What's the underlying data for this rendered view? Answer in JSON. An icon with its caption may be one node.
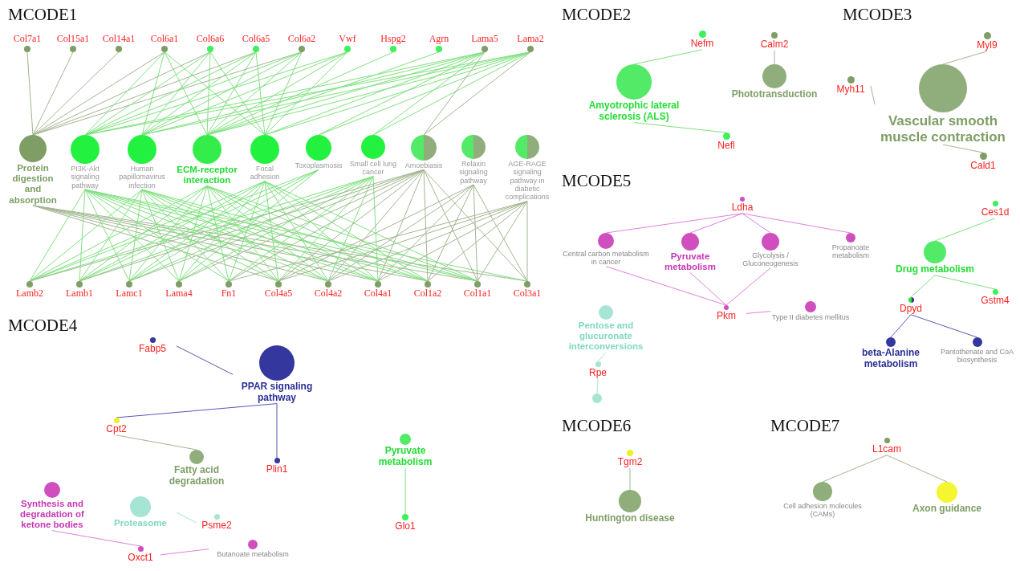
{
  "diagram": {
    "nodes": [
      {
        "text": [
          "Col7a1"
        ]
      },
      {
        "text": [
          "Col6a6"
        ]
      },
      {
        "text": [
          "Hspg2"
        ]
      },
      {
        "text": [
          "Vwf"
        ]
      },
      {
        "text": [
          "Col6a1"
        ]
      },
      {
        "text": [
          "PI3K-Akt signaling pathway"
        ]
      },
      {
        "text": [
          "Human papillomavirus infection"
        ]
      },
      {
        "text": [
          "Toxoplasmosis"
        ]
      },
      {
        "text": [
          "Agrn"
        ]
      },
      {
        "text": [
          "Protein digestion and absorption"
        ]
      },
      {
        "text": [
          "Col15a1"
        ]
      },
      {
        "text": [
          "Lama5"
        ]
      },
      {
        "text": [
          "Lama2"
        ]
      },
      {
        "text": [
          "Lamb2"
        ]
      },
      {
        "text": [
          "Lamb1"
        ]
      },
      {
        "text": [
          "Lamc1"
        ]
      },
      {
        "text": [
          "Lama4"
        ]
      },
      {
        "text": [
          "ECM-receptor interaction"
        ]
      },
      {
        "text": [
          "Focal adhesion"
        ]
      },
      {
        "text": [
          "Small cell lung cancer"
        ]
      },
      {
        "text": [
          "Col14a1"
        ]
      },
      {
        "text": [
          "Fn1"
        ]
      },
      {
        "text": [
          "Col6a5"
        ]
      },
      {
        "text": [
          "Col4a5"
        ]
      },
      {
        "text": [
          "Col4a2"
        ]
      },
      {
        "text": [
          "Col4a1"
        ]
      },
      {
        "text": [
          "Col1a2"
        ]
      },
      {
        "text": [
          "Col1a1"
        ]
      },
      {
        "text": [
          "Col6a2"
        ]
      },
      {
        "text": [
          "Col3a1"
        ]
      },
      {
        "text": [
          "Amoebiasis"
        ]
      },
      {
        "text": [
          "Relaxin signaling pathway"
        ]
      },
      {
        "text": [
          "AGE-RAGE signaling pathway in diabetic complications"
        ]
      },
      {
        "text": [
          "Nefm"
        ]
      },
      {
        "text": [
          "Calm2"
        ]
      },
      {
        "text": [
          "Phototransduction"
        ]
      },
      {
        "text": [
          "Amyotrophic lateral sclerosis (ALS)"
        ]
      },
      {
        "text": [
          "Nefl"
        ]
      },
      {
        "text": [
          "Myl9"
        ]
      },
      {
        "text": [
          "Myh11"
        ]
      },
      {
        "text": [
          "Vascular smooth muscle contraction"
        ]
      },
      {
        "text": [
          "Cald1"
        ]
      },
      {
        "text": [
          "Fabp5"
        ]
      },
      {
        "text": [
          "PPAR signaling pathway"
        ]
      },
      {
        "text": [
          "Cpt2"
        ]
      },
      {
        "text": [
          "Fatty acid degradation"
        ]
      },
      {
        "text": [
          "Pyruvate metabolism"
        ]
      },
      {
        "text": [
          "Plin1"
        ]
      },
      {
        "text": [
          "Proteasome"
        ]
      },
      {
        "text": [
          "Psme2"
        ]
      },
      {
        "text": [
          "Synthesis and degradation of ketone bodies"
        ]
      },
      {
        "text": [
          "Butanoate metabolism"
        ]
      },
      {
        "text": [
          "Oxct1"
        ]
      },
      {
        "text": [
          "Glo1"
        ]
      },
      {
        "text": [
          "Ldha"
        ]
      },
      {
        "text": [
          "Central carbon metabolism in cancer"
        ]
      },
      {
        "text": [
          "Glycolysis / Gluconeogenesis"
        ]
      },
      {
        "text": [
          "Propanoate metabolism"
        ]
      },
      {
        "text": [
          "Pyruvate metabolism"
        ]
      },
      {
        "text": [
          "Pentose and glucuronate interconversions"
        ]
      },
      {
        "text": [
          "Rpe"
        ]
      },
      {
        "text": [
          "Drug metabolism"
        ]
      },
      {
        "text": [
          "Ces1d"
        ]
      },
      {
        "text": [
          "Gstm4"
        ]
      },
      {
        "text": [
          "Dpyd"
        ]
      },
      {
        "text": [
          "beta-Alanine metabolism"
        ]
      },
      {
        "text": [
          "Pantothenate and CoA biosynthesis"
        ]
      },
      {
        "text": [
          "Pkm"
        ]
      },
      {
        "text": [
          "Type II diabetes mellitus"
        ]
      },
      {
        "text": [],
        "shape": "circle"
      },
      {
        "text": [
          "Tgm2"
        ]
      },
      {
        "text": [
          "Huntington disease"
        ]
      },
      {
        "text": [
          "L1cam"
        ]
      },
      {
        "text": [
          "Cell adhesion molecules (CAMs)"
        ]
      },
      {
        "text": [
          "Axon guidance"
        ]
      }
    ],
    "edges": [
      {
        "from": 0,
        "to": 9,
        "arrow": "none",
        "color": "#a3b591"
      },
      {
        "from": 1,
        "to": 9,
        "arrow": "none",
        "color": "#a3b591"
      },
      {
        "from": 4,
        "to": 9,
        "arrow": "none",
        "color": "#a3b591"
      },
      {
        "from": 10,
        "to": 9,
        "arrow": "none",
        "color": "#a3b591"
      },
      {
        "from": 20,
        "to": 9,
        "arrow": "none",
        "color": "#a3b591"
      },
      {
        "from": 22,
        "to": 9,
        "arrow": "none",
        "color": "#a3b591"
      },
      {
        "from": 28,
        "to": 9,
        "arrow": "none",
        "color": "#a3b591"
      },
      {
        "from": 23,
        "to": 9,
        "arrow": "none",
        "color": "#a3b591"
      },
      {
        "from": 24,
        "to": 9,
        "arrow": "none",
        "color": "#a3b591"
      },
      {
        "from": 25,
        "to": 9,
        "arrow": "none",
        "color": "#a3b591"
      },
      {
        "from": 26,
        "to": 9,
        "arrow": "none",
        "color": "#a3b591"
      },
      {
        "from": 27,
        "to": 9,
        "arrow": "none",
        "color": "#a3b591"
      },
      {
        "from": 29,
        "to": 9,
        "arrow": "none",
        "color": "#a3b591"
      },
      {
        "from": 1,
        "to": 5,
        "arrow": "none"
      },
      {
        "from": 3,
        "to": 5,
        "arrow": "none"
      },
      {
        "from": 4,
        "to": 5,
        "arrow": "none"
      },
      {
        "from": 22,
        "to": 5,
        "arrow": "none"
      },
      {
        "from": 28,
        "to": 5,
        "arrow": "none"
      },
      {
        "from": 11,
        "to": 5,
        "arrow": "none"
      },
      {
        "from": 12,
        "to": 5,
        "arrow": "none"
      },
      {
        "from": 13,
        "to": 5,
        "arrow": "none"
      },
      {
        "from": 14,
        "to": 5,
        "arrow": "none"
      },
      {
        "from": 15,
        "to": 5,
        "arrow": "none"
      },
      {
        "from": 16,
        "to": 5,
        "arrow": "none"
      },
      {
        "from": 21,
        "to": 5,
        "arrow": "none"
      },
      {
        "from": 23,
        "to": 5,
        "arrow": "none"
      },
      {
        "from": 24,
        "to": 5,
        "arrow": "none"
      },
      {
        "from": 25,
        "to": 5,
        "arrow": "none"
      },
      {
        "from": 26,
        "to": 5,
        "arrow": "none"
      },
      {
        "from": 27,
        "to": 5,
        "arrow": "none"
      },
      {
        "from": 29,
        "to": 5,
        "arrow": "none"
      },
      {
        "from": 1,
        "to": 6,
        "arrow": "none"
      },
      {
        "from": 3,
        "to": 6,
        "arrow": "none"
      },
      {
        "from": 4,
        "to": 6,
        "arrow": "none"
      },
      {
        "from": 22,
        "to": 6,
        "arrow": "none"
      },
      {
        "from": 28,
        "to": 6,
        "arrow": "none"
      },
      {
        "from": 11,
        "to": 6,
        "arrow": "none"
      },
      {
        "from": 12,
        "to": 6,
        "arrow": "none"
      },
      {
        "from": 13,
        "to": 6,
        "arrow": "none"
      },
      {
        "from": 14,
        "to": 6,
        "arrow": "none"
      },
      {
        "from": 15,
        "to": 6,
        "arrow": "none"
      },
      {
        "from": 16,
        "to": 6,
        "arrow": "none"
      },
      {
        "from": 21,
        "to": 6,
        "arrow": "none"
      },
      {
        "from": 23,
        "to": 6,
        "arrow": "none"
      },
      {
        "from": 24,
        "to": 6,
        "arrow": "none"
      },
      {
        "from": 25,
        "to": 6,
        "arrow": "none"
      },
      {
        "from": 26,
        "to": 6,
        "arrow": "none"
      },
      {
        "from": 27,
        "to": 6,
        "arrow": "none"
      },
      {
        "from": 11,
        "to": 7,
        "arrow": "none"
      },
      {
        "from": 12,
        "to": 7,
        "arrow": "none"
      },
      {
        "from": 13,
        "to": 7,
        "arrow": "none"
      },
      {
        "from": 14,
        "to": 7,
        "arrow": "none"
      },
      {
        "from": 15,
        "to": 7,
        "arrow": "none"
      },
      {
        "from": 16,
        "to": 7,
        "arrow": "none"
      },
      {
        "from": 1,
        "to": 17,
        "arrow": "none"
      },
      {
        "from": 2,
        "to": 17,
        "arrow": "none"
      },
      {
        "from": 3,
        "to": 17,
        "arrow": "none"
      },
      {
        "from": 4,
        "to": 17,
        "arrow": "none"
      },
      {
        "from": 8,
        "to": 17,
        "arrow": "none"
      },
      {
        "from": 22,
        "to": 17,
        "arrow": "none"
      },
      {
        "from": 28,
        "to": 17,
        "arrow": "none"
      },
      {
        "from": 11,
        "to": 17,
        "arrow": "none"
      },
      {
        "from": 12,
        "to": 17,
        "arrow": "none"
      },
      {
        "from": 13,
        "to": 17,
        "arrow": "none"
      },
      {
        "from": 14,
        "to": 17,
        "arrow": "none"
      },
      {
        "from": 15,
        "to": 17,
        "arrow": "none"
      },
      {
        "from": 16,
        "to": 17,
        "arrow": "none"
      },
      {
        "from": 21,
        "to": 17,
        "arrow": "none"
      },
      {
        "from": 23,
        "to": 17,
        "arrow": "none"
      },
      {
        "from": 24,
        "to": 17,
        "arrow": "none"
      },
      {
        "from": 25,
        "to": 17,
        "arrow": "none"
      },
      {
        "from": 26,
        "to": 17,
        "arrow": "none"
      },
      {
        "from": 27,
        "to": 17,
        "arrow": "none"
      },
      {
        "from": 1,
        "to": 18,
        "arrow": "none"
      },
      {
        "from": 3,
        "to": 18,
        "arrow": "none"
      },
      {
        "from": 4,
        "to": 18,
        "arrow": "none"
      },
      {
        "from": 22,
        "to": 18,
        "arrow": "none"
      },
      {
        "from": 28,
        "to": 18,
        "arrow": "none"
      },
      {
        "from": 11,
        "to": 18,
        "arrow": "none"
      },
      {
        "from": 12,
        "to": 18,
        "arrow": "none"
      },
      {
        "from": 13,
        "to": 18,
        "arrow": "none"
      },
      {
        "from": 14,
        "to": 18,
        "arrow": "none"
      },
      {
        "from": 15,
        "to": 18,
        "arrow": "none"
      },
      {
        "from": 16,
        "to": 18,
        "arrow": "none"
      },
      {
        "from": 21,
        "to": 18,
        "arrow": "none"
      },
      {
        "from": 23,
        "to": 18,
        "arrow": "none"
      },
      {
        "from": 24,
        "to": 18,
        "arrow": "none"
      },
      {
        "from": 25,
        "to": 18,
        "arrow": "none"
      },
      {
        "from": 26,
        "to": 18,
        "arrow": "none"
      },
      {
        "from": 27,
        "to": 18,
        "arrow": "none"
      },
      {
        "from": 11,
        "to": 19,
        "arrow": "none"
      },
      {
        "from": 12,
        "to": 19,
        "arrow": "none"
      },
      {
        "from": 13,
        "to": 19,
        "arrow": "none"
      },
      {
        "from": 14,
        "to": 19,
        "arrow": "none"
      },
      {
        "from": 15,
        "to": 19,
        "arrow": "none"
      },
      {
        "from": 16,
        "to": 19,
        "arrow": "none"
      },
      {
        "from": 21,
        "to": 19,
        "arrow": "none"
      },
      {
        "from": 23,
        "to": 19,
        "arrow": "none"
      },
      {
        "from": 24,
        "to": 19,
        "arrow": "none"
      },
      {
        "from": 25,
        "to": 19,
        "arrow": "none"
      },
      {
        "from": 11,
        "to": 30,
        "arrow": "none",
        "color": "#a3b591"
      },
      {
        "from": 12,
        "to": 30,
        "arrow": "none",
        "color": "#a3b591"
      },
      {
        "from": 13,
        "to": 30,
        "arrow": "none",
        "color": "#a3b591"
      },
      {
        "from": 14,
        "to": 30,
        "arrow": "none",
        "color": "#a3b591"
      },
      {
        "from": 15,
        "to": 30,
        "arrow": "none",
        "color": "#a3b591"
      },
      {
        "from": 16,
        "to": 30,
        "arrow": "none",
        "color": "#a3b591"
      },
      {
        "from": 21,
        "to": 30,
        "arrow": "none",
        "color": "#a3b591"
      },
      {
        "from": 23,
        "to": 30,
        "arrow": "none",
        "color": "#a3b591"
      },
      {
        "from": 24,
        "to": 30,
        "arrow": "none",
        "color": "#a3b591"
      },
      {
        "from": 25,
        "to": 30,
        "arrow": "none",
        "color": "#a3b591"
      },
      {
        "from": 26,
        "to": 30,
        "arrow": "none",
        "color": "#a3b591"
      },
      {
        "from": 27,
        "to": 30,
        "arrow": "none",
        "color": "#a3b591"
      },
      {
        "from": 29,
        "to": 30,
        "arrow": "none",
        "color": "#a3b591"
      },
      {
        "from": 23,
        "to": 31,
        "arrow": "none",
        "color": "#a3b591"
      },
      {
        "from": 24,
        "to": 31,
        "arrow": "none",
        "color": "#a3b591"
      },
      {
        "from": 25,
        "to": 31,
        "arrow": "none",
        "color": "#a3b591"
      },
      {
        "from": 26,
        "to": 31,
        "arrow": "none",
        "color": "#a3b591"
      },
      {
        "from": 27,
        "to": 31,
        "arrow": "none",
        "color": "#a3b591"
      },
      {
        "from": 29,
        "to": 31,
        "arrow": "none",
        "color": "#a3b591"
      },
      {
        "from": 21,
        "to": 32,
        "arrow": "none",
        "color": "#a3b591"
      },
      {
        "from": 23,
        "to": 32,
        "arrow": "none",
        "color": "#a3b591"
      },
      {
        "from": 24,
        "to": 32,
        "arrow": "none",
        "color": "#a3b591"
      },
      {
        "from": 25,
        "to": 32,
        "arrow": "none",
        "color": "#a3b591"
      },
      {
        "from": 26,
        "to": 32,
        "arrow": "none",
        "color": "#a3b591"
      },
      {
        "from": 27,
        "to": 32,
        "arrow": "none",
        "color": "#a3b591"
      },
      {
        "from": 29,
        "to": 32,
        "arrow": "none",
        "color": "#a3b591"
      },
      {
        "from": 33,
        "to": 36,
        "arrow": "none"
      },
      {
        "from": 37,
        "to": 36,
        "arrow": "none"
      },
      {
        "from": 34,
        "to": 35,
        "arrow": "none",
        "color": "#a3b591"
      },
      {
        "from": 38,
        "to": 40,
        "arrow": "none",
        "color": "#a3b591"
      },
      {
        "from": 39,
        "to": 40,
        "arrow": "none",
        "color": "#a3b591"
      },
      {
        "from": 41,
        "to": 40,
        "arrow": "none",
        "color": "#a3b591"
      },
      {
        "from": 42,
        "to": 43,
        "arrow": "none",
        "color": "#5558b0"
      },
      {
        "from": 44,
        "to": 43,
        "arrow": "none",
        "color": "#5558b0"
      },
      {
        "from": 47,
        "to": 43,
        "arrow": "none",
        "color": "#5558b0"
      },
      {
        "from": 44,
        "to": 45,
        "arrow": "none",
        "color": "#a3b591"
      },
      {
        "from": 48,
        "to": 49,
        "arrow": "none",
        "color": "#a6e4d4"
      },
      {
        "from": 50,
        "to": 52,
        "arrow": "none",
        "color": "#e080e0"
      },
      {
        "from": 52,
        "to": 51,
        "arrow": "none",
        "color": "#e080e0"
      },
      {
        "from": 53,
        "to": 46,
        "arrow": "none"
      },
      {
        "from": 54,
        "to": 55,
        "arrow": "none",
        "color": "#e080e0"
      },
      {
        "from": 54,
        "to": 58,
        "arrow": "none",
        "color": "#e080e0"
      },
      {
        "from": 54,
        "to": 56,
        "arrow": "none",
        "color": "#e080e0"
      },
      {
        "from": 54,
        "to": 57,
        "arrow": "none",
        "color": "#e080e0"
      },
      {
        "from": 55,
        "to": 67,
        "arrow": "none",
        "color": "#e080e0"
      },
      {
        "from": 58,
        "to": 67,
        "arrow": "none",
        "color": "#e080e0"
      },
      {
        "from": 56,
        "to": 67,
        "arrow": "none",
        "color": "#e080e0"
      },
      {
        "from": 67,
        "to": 68,
        "arrow": "none",
        "color": "#e080e0"
      },
      {
        "from": 59,
        "to": 60,
        "arrow": "none",
        "color": "#a6e4d4"
      },
      {
        "from": 60,
        "to": 69,
        "arrow": "none",
        "color": "#a6e4d4"
      },
      {
        "from": 61,
        "to": 62,
        "arrow": "none"
      },
      {
        "from": 61,
        "to": 63,
        "arrow": "none"
      },
      {
        "from": 61,
        "to": 64,
        "arrow": "none"
      },
      {
        "from": 64,
        "to": 65,
        "arrow": "none",
        "color": "#5558b0"
      },
      {
        "from": 64,
        "to": 66,
        "arrow": "none",
        "color": "#5558b0"
      },
      {
        "from": 70,
        "to": 71,
        "arrow": "none",
        "color": "#a3b591"
      },
      {
        "from": 72,
        "to": 73,
        "arrow": "none",
        "color": "#a3b591"
      },
      {
        "from": 72,
        "to": 74,
        "arrow": "none",
        "color": "#a3b591"
      }
    ],
    "labels": [
      "MCODE1",
      "MCODE2",
      "MCODE3",
      "MCODE4",
      "MCODE5",
      "MCODE6",
      "MCODE7"
    ]
  }
}
